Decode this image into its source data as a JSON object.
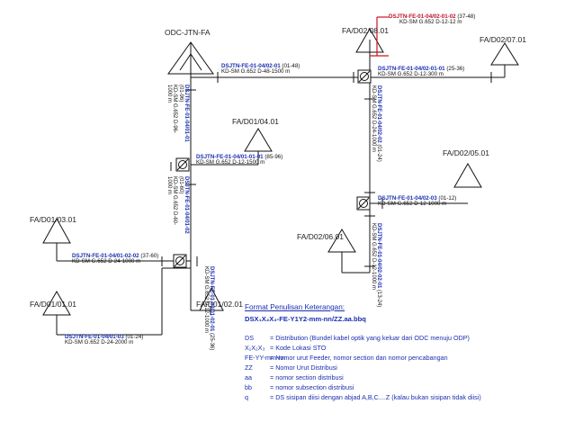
{
  "nodes": {
    "odc": "ODC-JTN-FA",
    "d02_08": "FA/D02/08.01",
    "d02_07": "FA/D02/07.01",
    "d01_04": "FA/D01/04.01",
    "d02_05": "FA/D02/05.01",
    "d01_03": "FA/D01/03.01",
    "d02_06": "FA/D02/06.01",
    "d01_01": "FA/D01/01.01",
    "d01_02": "FA/D01/02.01"
  },
  "cables": {
    "main_02": {
      "id": "DSJTN-FE-01-04/02-01",
      "range": "(01-48)",
      "spec": "KD-SM G.652 D-48-1500 m"
    },
    "c02_0102": {
      "id": "DSJTN-FE-01-04/02-01-02",
      "range": "(37-48)",
      "spec": "KD-SM G.652 D-12-12 m"
    },
    "c02_0101": {
      "id": "DSJTN-FE-01-04/02-01-01",
      "range": "(25-36)",
      "spec": "KD-SM G.652 D-12-300 m"
    },
    "c01_0101": {
      "id": "DSJTN-FE-01-04/01-01-01",
      "range": "(85-96)",
      "spec": "KD-SM G.652 D-12-1500 m"
    },
    "c02_03": {
      "id": "DSJTN-FE-01-04/02-03",
      "range": "(01-12)",
      "spec": "KD-SM G.652 D-12-1000 m"
    },
    "c01_0102": {
      "id": "DSJTN-FE-01-04/01-02-02",
      "range": "(37-60)",
      "spec": "KD-SM G.652 D-24-1000 m"
    },
    "c01_03": {
      "id": "DSJTN-FE-01-04/01-03",
      "range": "(01-24)",
      "spec": "KD-SM G.652 D-24-2000 m"
    }
  },
  "vertical": {
    "v01_01": {
      "id": "DSJTN-FE-01-04/01-01",
      "range": "(01-96)",
      "spec": "KD-SM G.652 D-96-",
      "len": "1000 m"
    },
    "v02_02": {
      "id": "DSJTN-FE-01-04/02-02",
      "range": "(01-24)",
      "spec": "KD-SM G.652 D-24-1000 m"
    },
    "v01_02": {
      "id": "DSJTN-FE-01-04/01-02",
      "range": "(01-60)",
      "spec": "KD-SM G.652 D-60-",
      "len": "1000 m"
    },
    "v02_0201": {
      "id": "DSJTN-FE-01-04/02-02-01",
      "range": "(13-24)",
      "spec": "KD-SM G.652 D-12-1000 m"
    },
    "v01_0201": {
      "id": "DSJTN-FE-01-04/01-02-01",
      "range": "(25-36)",
      "spec": "KD-SM G.652 D-12-1000 m"
    }
  },
  "format": {
    "heading": "Format Penulisan Keterangan:",
    "code": "DSX₁X₂X₃-FE-Y1Y2-mm-nn/ZZ.aa.bbq",
    "rows": [
      {
        "k": "DS",
        "v": "= Distribution (Bundel kabel optik yang keluar dari ODC menuju ODP)"
      },
      {
        "k": "X₁X₂X₃",
        "v": "= Kode Lokasi STO"
      },
      {
        "k": "FE-YY-mm-nn",
        "v": "= Nomor urut Feeder, nomor section dan nomor pencabangan"
      },
      {
        "k": "ZZ",
        "v": "= Nomor Urut Distribusi"
      },
      {
        "k": "aa",
        "v": "= nomor section distribusi"
      },
      {
        "k": "bb",
        "v": "= nomor subsection distribusi"
      },
      {
        "k": "q",
        "v": "= DS sisipan diisi dengan abjad A,B,C....Z (kalau bukan sisipan tidak diisi)"
      }
    ]
  },
  "colors": {
    "line": "#111111",
    "highlight": "#d01020",
    "blue": "#1a2fb0"
  }
}
